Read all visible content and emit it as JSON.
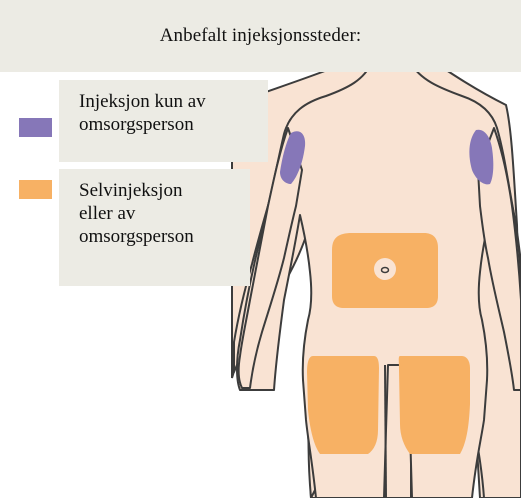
{
  "title": "Anbefalt injeksjonssteder:",
  "legend": [
    {
      "label": "Injeksjon kun av\nomsorgsperson",
      "color": "#8677b8",
      "icon": "purple-swatch"
    },
    {
      "label": "Selvinjeksjon\neller av\nomsorgsperson",
      "color": "#f7b164",
      "icon": "orange-swatch"
    }
  ],
  "colors": {
    "skin": "#f9e3d3",
    "outline": "#3c3c3c",
    "panel": "#ecebe4"
  }
}
